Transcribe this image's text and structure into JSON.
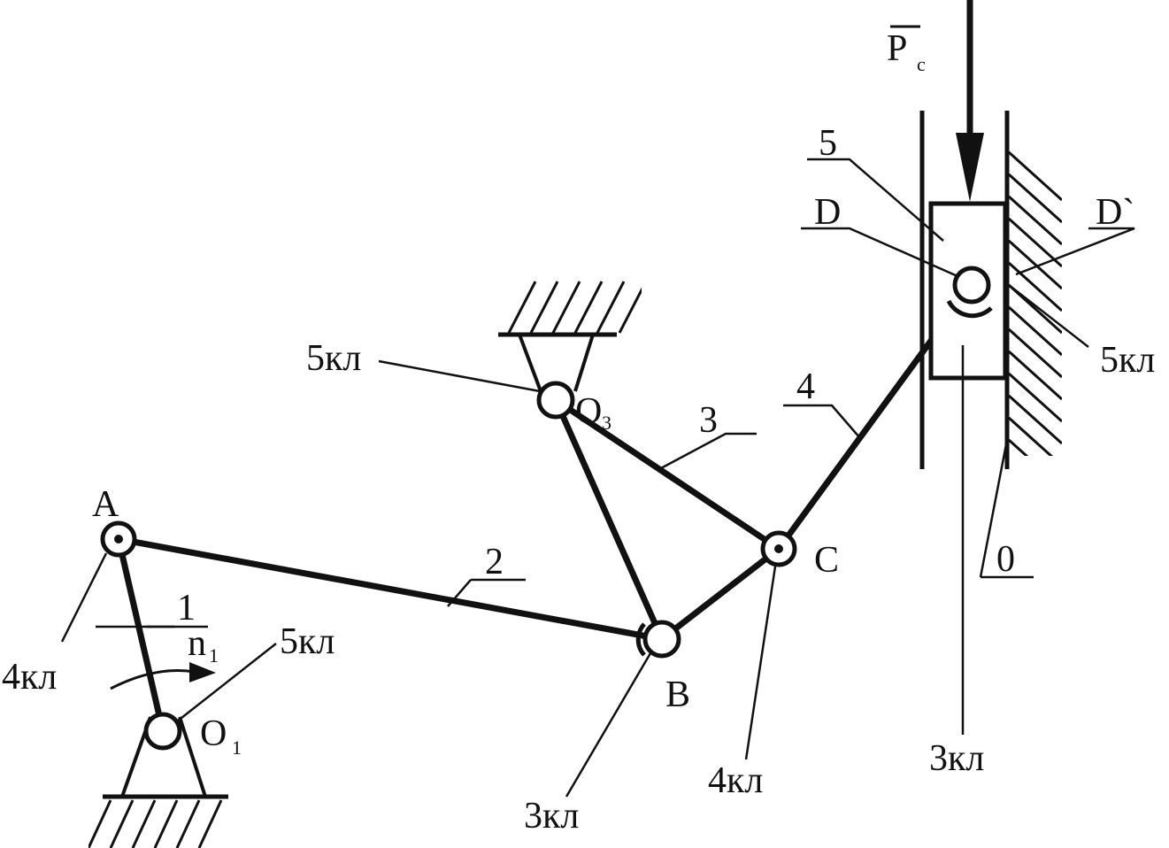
{
  "diagram": {
    "labels": {
      "force_main": "P",
      "force_sub": "c",
      "link5": "5",
      "D": "D",
      "D_prime": "D`",
      "kl_D_prime": "5кл",
      "kl_O3": "5кл",
      "O3_main": "O",
      "O3_sub": "3",
      "link3": "3",
      "link4": "4",
      "A": "A",
      "link1": "1",
      "n_main": "n",
      "n_sub": "1",
      "kl_O1": "5кл",
      "O1_main": "O",
      "O1_sub": "1",
      "kl_A": "4кл",
      "link2": "2",
      "C": "C",
      "B": "B",
      "link0": "0",
      "kl_B": "3кл",
      "kl_C": "4кл",
      "kl_slider": "3кл"
    },
    "colors": {
      "ink": "#111111",
      "paper": "#ffffff"
    }
  }
}
